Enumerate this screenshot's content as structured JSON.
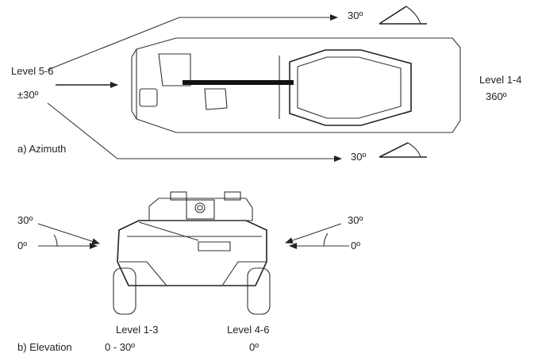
{
  "azimuth": {
    "caption": "a) Azimuth",
    "left_level": "Level 5-6",
    "left_angle": "±30º",
    "right_level": "Level 1-4",
    "right_angle": "360º",
    "top_angle": "30º",
    "bottom_angle": "30º"
  },
  "elevation": {
    "caption": "b) Elevation",
    "left_angle_high": "30º",
    "left_angle_zero": "0º",
    "right_angle_high": "30º",
    "right_angle_zero": "0º",
    "level_a": "Level 1-3",
    "level_a_range": "0 - 30º",
    "level_b": "Level 4-6",
    "level_b_range": "0º"
  }
}
